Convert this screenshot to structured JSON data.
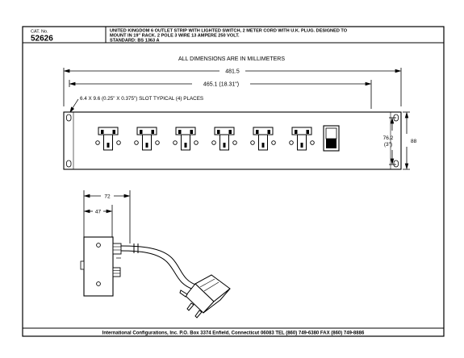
{
  "title_block": {
    "cat_label": "CAT. No.",
    "cat_number": "52626",
    "description_lines": [
      "UNITED KINGDOM 6 OUTLET STRIP WITH LIGHTED SWITCH, 2 METER CORD WITH U.K. PLUG. DESIGNED TO",
      "MOUNT IN 19\" RACK. 2 POLE 3 WIRE 13 AMPERE 250 VOLT.",
      "STANDARD: BS 1363 A"
    ]
  },
  "notes": {
    "units_note": "ALL DIMENSIONS ARE IN MILLIMETERS",
    "slot_note": "6.4 X 9.6 (0.25\" X 0.375\") SLOT TYPICAL (4) PLACES"
  },
  "dimensions": {
    "overall_width": "481.5",
    "mount_spacing": "465.1 (18.31\")",
    "panel_height_mm": "76.2",
    "panel_height_in": "(3\")",
    "overall_height": "88",
    "side_depth": "72",
    "side_offset": "47"
  },
  "outlets": {
    "count": 6
  },
  "footer": {
    "company_line": "International Configurations, Inc.  P.O. Box 3374  Enfield, Connecticut 06083 TEL (860) 749-6380  FAX (860) 749-8886"
  }
}
